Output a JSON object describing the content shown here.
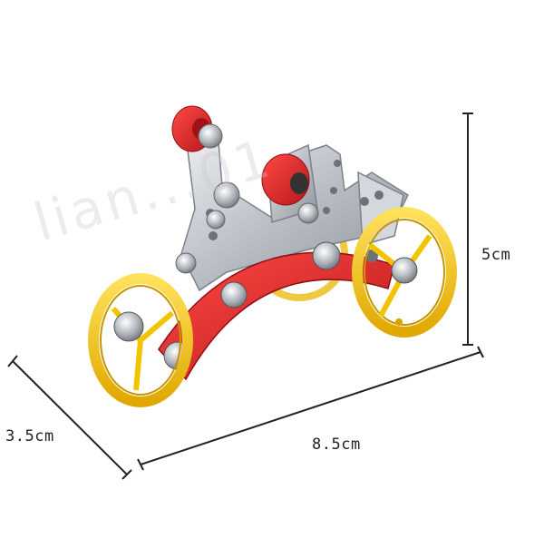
{
  "dimensions": {
    "height": "5cm",
    "depth": "3.5cm",
    "width": "8.5cm"
  },
  "watermark": "lian...01",
  "colors": {
    "wheel_yellow": "#f2c400",
    "frame_red": "#d8232a",
    "metal_silver": "#c9ccd2",
    "dimension_line": "#222222"
  }
}
